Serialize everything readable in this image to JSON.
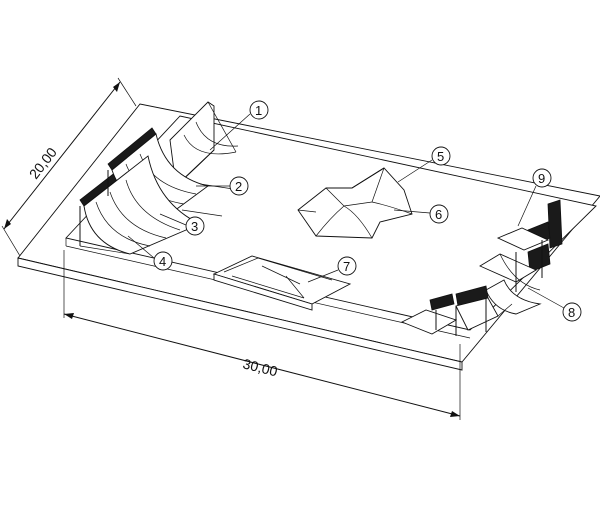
{
  "dimensions": {
    "length": "30,00",
    "width": "20,00"
  },
  "callouts": [
    "1",
    "2",
    "3",
    "4",
    "5",
    "6",
    "7",
    "8",
    "9"
  ]
}
